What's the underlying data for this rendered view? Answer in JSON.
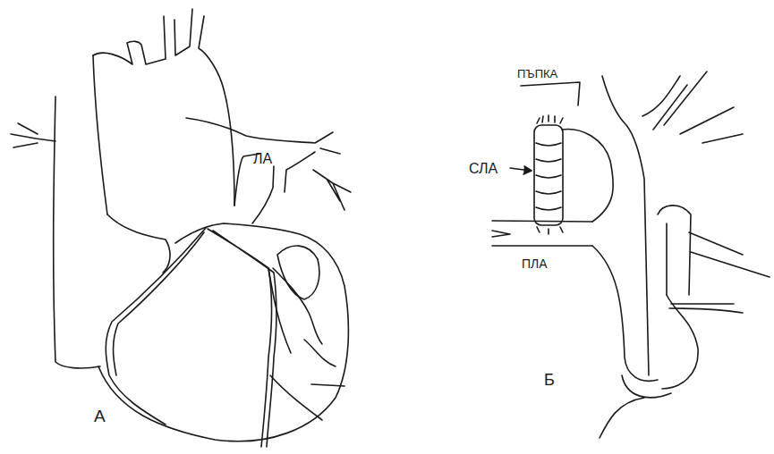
{
  "diagram": {
    "labels": [
      "ПЪПКА",
      "СЛА",
      "ЛА",
      "ПЛА",
      "А",
      "Б"
    ]
  }
}
